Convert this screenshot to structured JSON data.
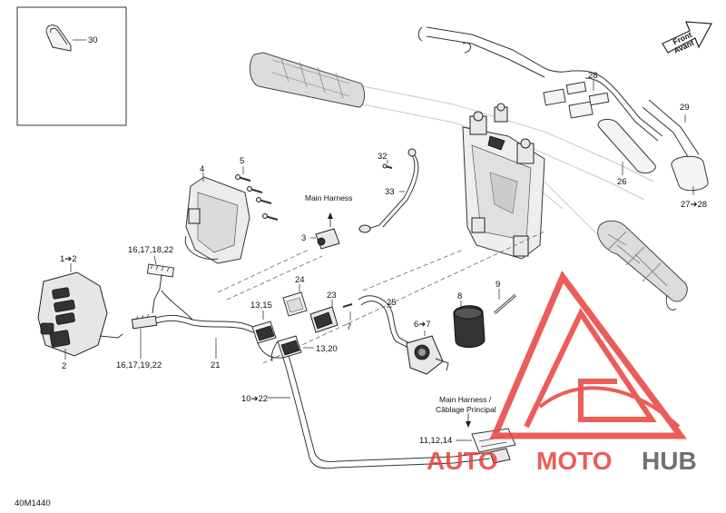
{
  "drawing": {
    "code": "40M1440",
    "direction_label_line1": "Front",
    "direction_label_line2": "Avant"
  },
  "callouts": {
    "c30": "30",
    "c28": "28",
    "c29": "29",
    "c26": "26",
    "c27_28": "27➔28",
    "c4": "4",
    "c5": "5",
    "c32": "32",
    "c33": "33",
    "c3": "3",
    "c1_2": "1➔2",
    "c2": "2",
    "c16_18": "16,17,18,22",
    "c16_19": "16,17,19,22",
    "c21": "21",
    "c24": "24",
    "c23": "23",
    "c7": "7",
    "c25": "25",
    "c13_15": "13,15",
    "c13_20": "13,20",
    "c8": "8",
    "c9": "9",
    "c6_7": "6➔7",
    "c10_22": "10➔22",
    "c11_14": "11,12,14"
  },
  "labels": {
    "main_harness": "Main Harness",
    "main_harness_bi_line1": "Main Harness /",
    "main_harness_bi_line2": "Câblage Principal"
  },
  "watermark": {
    "word_part1": "AUTO",
    "word_part2": "MOTO",
    "word_part3": "HUB",
    "color_red": "#e8413c",
    "color_gray": "#58595b"
  }
}
